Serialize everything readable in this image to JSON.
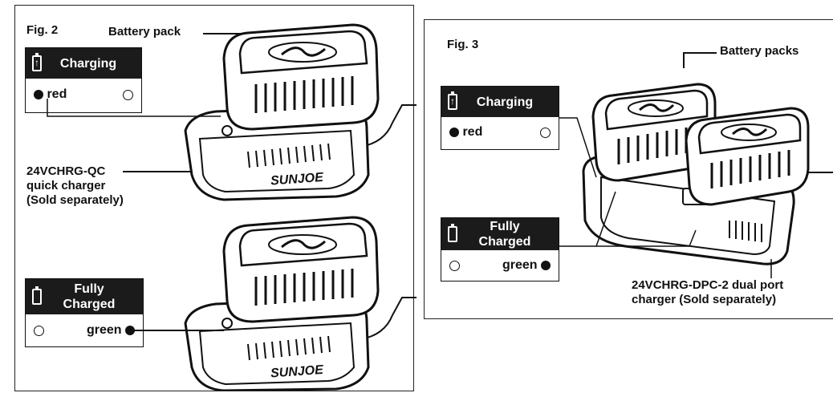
{
  "fig2": {
    "label": "Fig. 2",
    "battery_callout": "Battery pack",
    "charger_callout": [
      "24VCHRG-QC",
      "quick charger",
      "(Sold separately)"
    ],
    "charging_panel": {
      "title": "Charging",
      "indicator": "red"
    },
    "full_panel": {
      "title": [
        "Fully",
        "Charged"
      ],
      "indicator": "green"
    },
    "brand_text": "SUNJOE"
  },
  "fig3": {
    "label": "Fig. 3",
    "battery_callout": "Battery packs",
    "charger_callout": [
      "24VCHRG-DPC-2 dual port",
      "charger (Sold separately)"
    ],
    "charging_panel": {
      "title": "Charging",
      "indicator": "red"
    },
    "full_panel": {
      "title": [
        "Fully",
        "Charged"
      ],
      "indicator": "green"
    }
  },
  "icons": {
    "charging": "battery-charging-icon",
    "full": "battery-empty-icon",
    "lit": "filled-circle",
    "unlit": "hollow-circle"
  }
}
